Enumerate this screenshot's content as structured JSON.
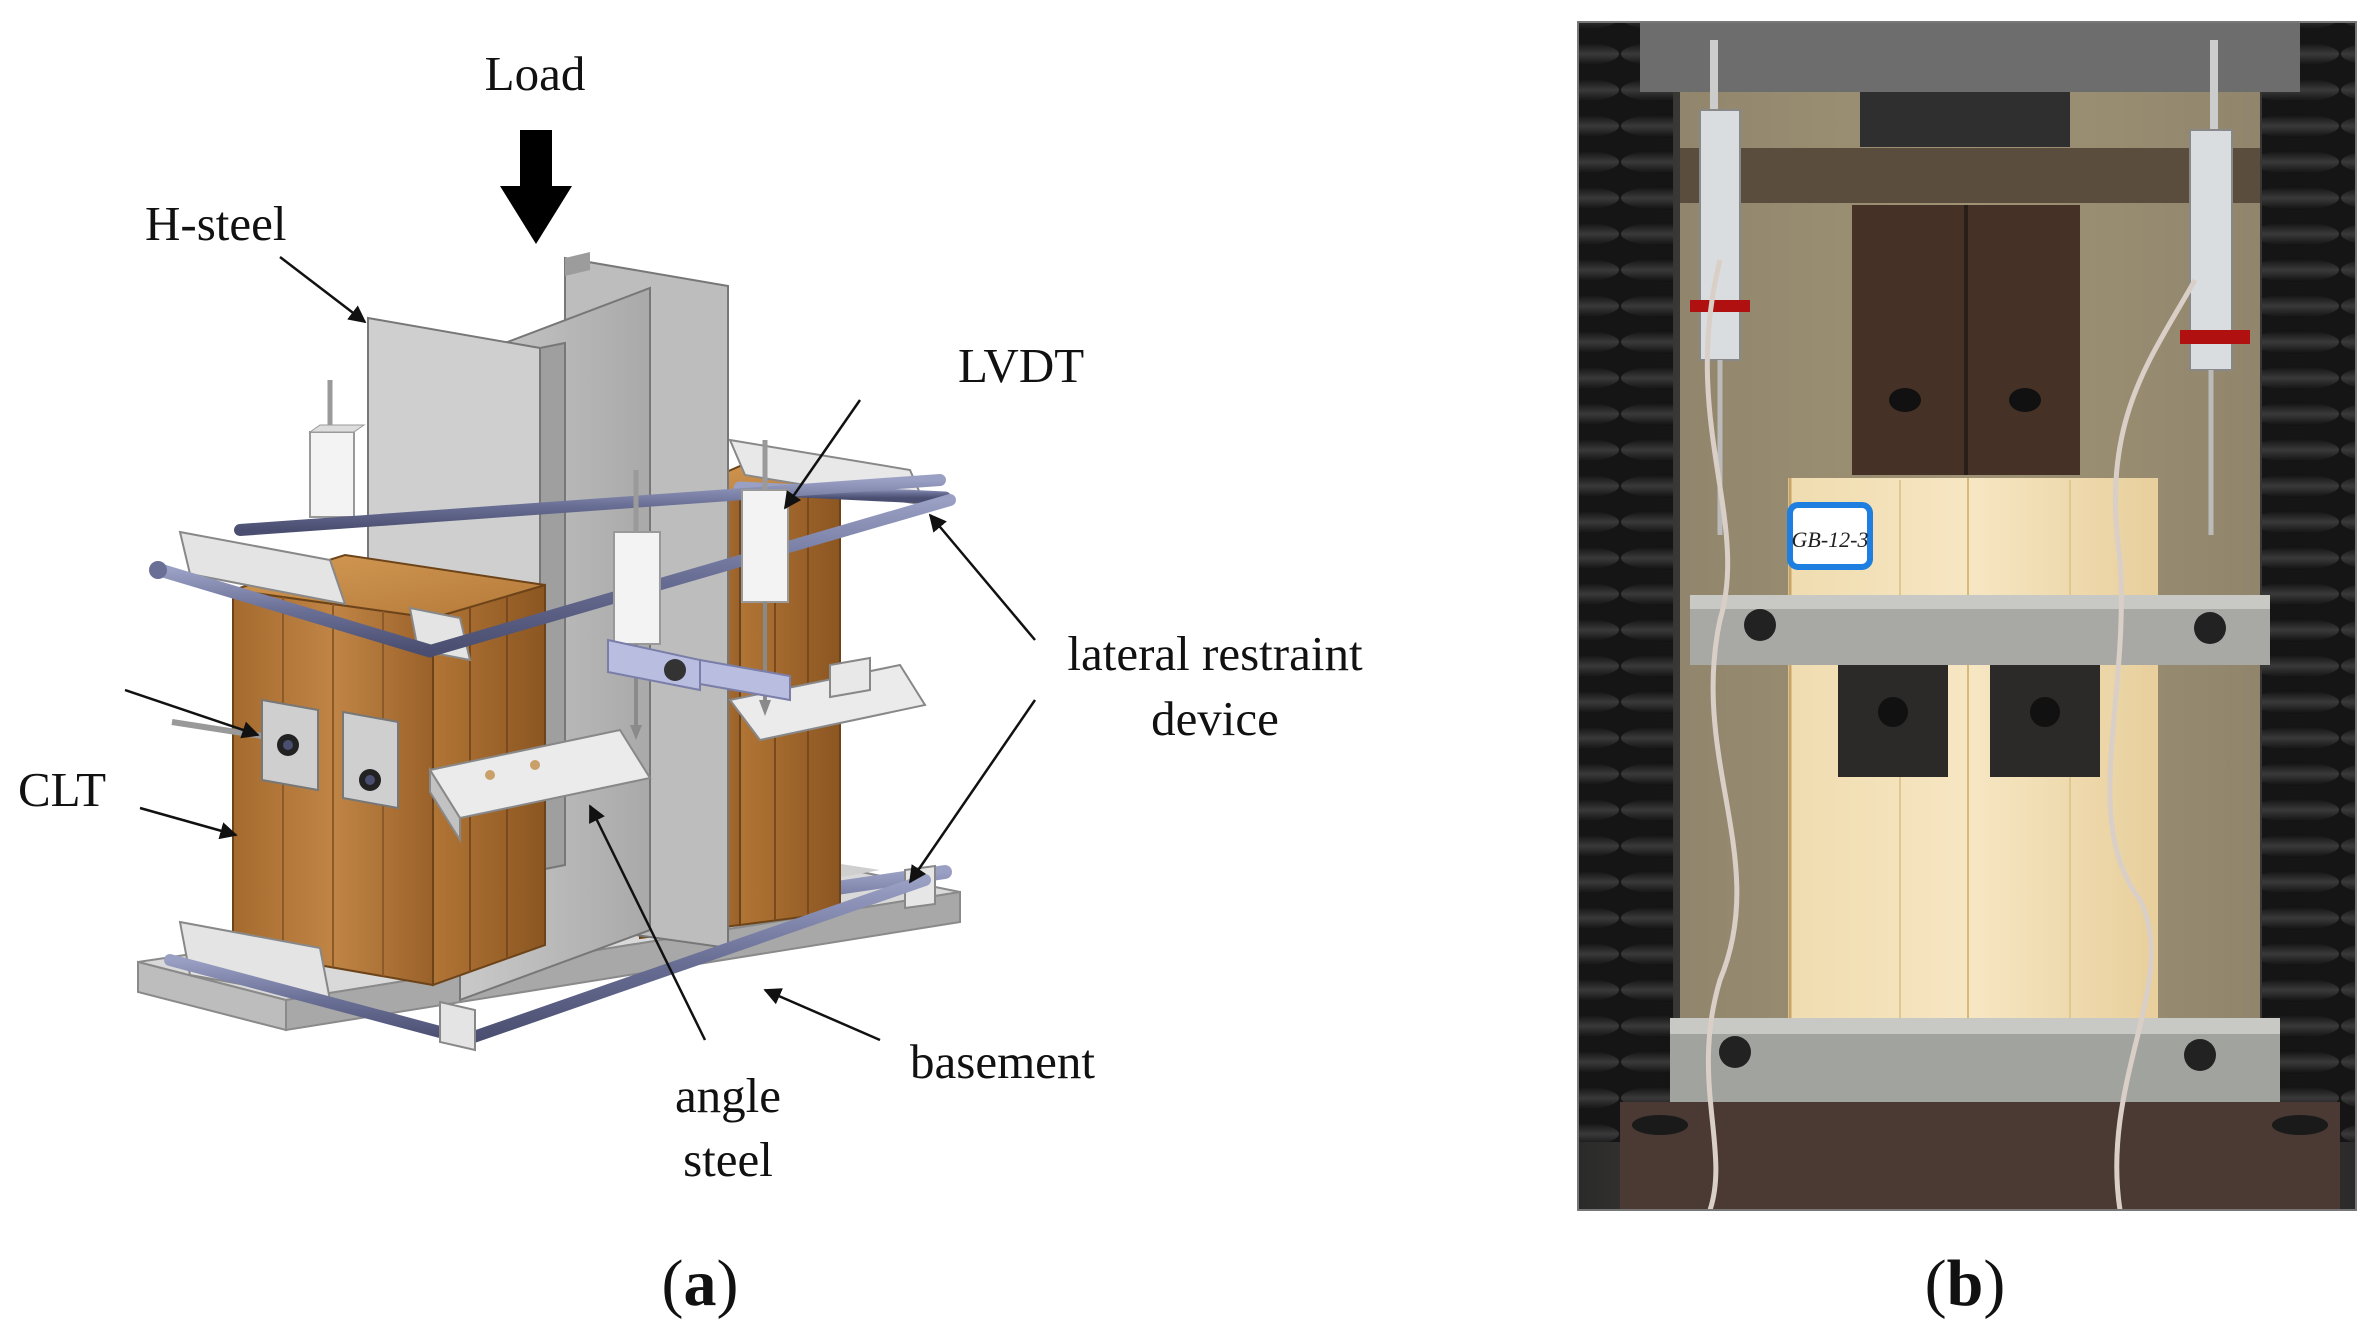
{
  "panel_a": {
    "labels": {
      "load": "Load",
      "h_steel": "H-steel",
      "lvdt": "LVDT",
      "lateral_restraint_1": "lateral restraint",
      "lateral_restraint_2": "device",
      "clt": "CLT",
      "basement": "basement",
      "angle_steel_1": "angle",
      "angle_steel_2": "steel"
    },
    "caption": {
      "open": "(",
      "letter": "a",
      "close": ")"
    }
  },
  "panel_b": {
    "specimen_tag": "GB-12-3",
    "caption": {
      "open": "(",
      "letter": "b",
      "close": ")"
    }
  }
}
